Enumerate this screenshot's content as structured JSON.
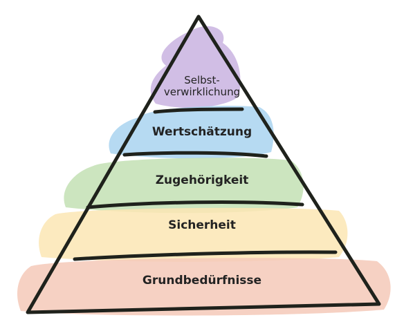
{
  "levels": [
    {
      "id": "selbstverwirklichung",
      "label_line1": "Selbst-",
      "label_line2": "verwirklichung",
      "color": "#c9b3e0"
    },
    {
      "id": "wertschaetzung",
      "label": "Wertschätzung",
      "color": "#a9d3f0"
    },
    {
      "id": "zugehoerigkeit",
      "label": "Zugehörigkeit",
      "color": "#c3e0b4"
    },
    {
      "id": "sicherheit",
      "label": "Sicherheit",
      "color": "#fbe6b4"
    },
    {
      "id": "grundbeduerfnisse",
      "label": "Grundbedürfnisse",
      "color": "#f4c9b9"
    }
  ],
  "outline_color": "#1f221c"
}
